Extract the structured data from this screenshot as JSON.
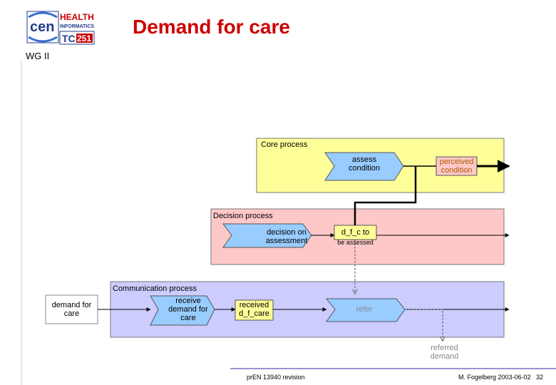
{
  "header": {
    "title": "Demand for care",
    "subtitle": "WG II"
  },
  "logo": {
    "left_text": "cen",
    "line1": "HEALTH",
    "line2": "INFORMATICS",
    "tc_prefix": "TC",
    "tc_number": "251"
  },
  "colors": {
    "core_fill": "#ffff99",
    "decision_fill": "#ffc8c8",
    "communication_fill": "#ccccff",
    "shape_fill": "#99ccff",
    "title_color": "#cc0000",
    "footer_line": "#2a2aa0"
  },
  "diagram": {
    "core": {
      "label": "Core process",
      "assess": "assess condition",
      "perceived": "perceived condition"
    },
    "decision": {
      "label": "Decision process",
      "decision_on": "decision on assessment",
      "dfc": "d_f_c to",
      "dfc_sub": "be assessed"
    },
    "communication": {
      "label": "Communication process",
      "receive": "receive demand for care",
      "received": "received d_f_care",
      "refer": "refer"
    },
    "external_demand": "demand for care",
    "referred_demand": "referred demand"
  },
  "footer": {
    "doc": "prEN 13940 revision",
    "author_date": "M. Fogelberg 2003-06-02",
    "page": "32"
  }
}
